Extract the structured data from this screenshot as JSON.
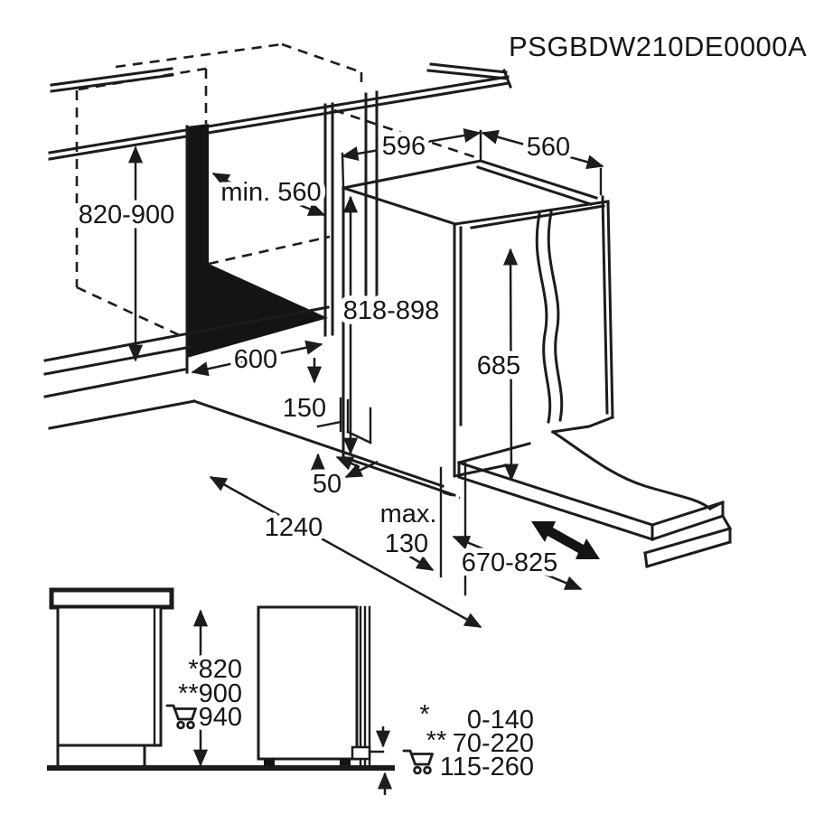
{
  "title": "PSGBDW210DE0000A",
  "colors": {
    "line": "#1c1c1c",
    "background": "#ffffff",
    "shadow_fill": "#141414"
  },
  "main_diagram": {
    "niche": {
      "height_range": "820-900",
      "depth_min": "min. 560",
      "width": "600"
    },
    "appliance": {
      "width": "596",
      "depth": "560",
      "height_range": "818-898",
      "door_panel_height": "685"
    },
    "installation": {
      "plinth_height": "150",
      "rear_clearance": "50",
      "required_floor_depth": "1240",
      "toe_kick_label": "max.",
      "toe_kick_value": "130",
      "door_panel_travel": "670-825"
    }
  },
  "side_views": {
    "height_values": [
      "*820",
      "**900",
      "940"
    ]
  },
  "legend": {
    "entries": [
      {
        "symbol": "*",
        "range": "0-140"
      },
      {
        "symbol": "**",
        "range": "70-220"
      },
      {
        "symbol": "cart-icon",
        "range": "115-260"
      }
    ]
  }
}
